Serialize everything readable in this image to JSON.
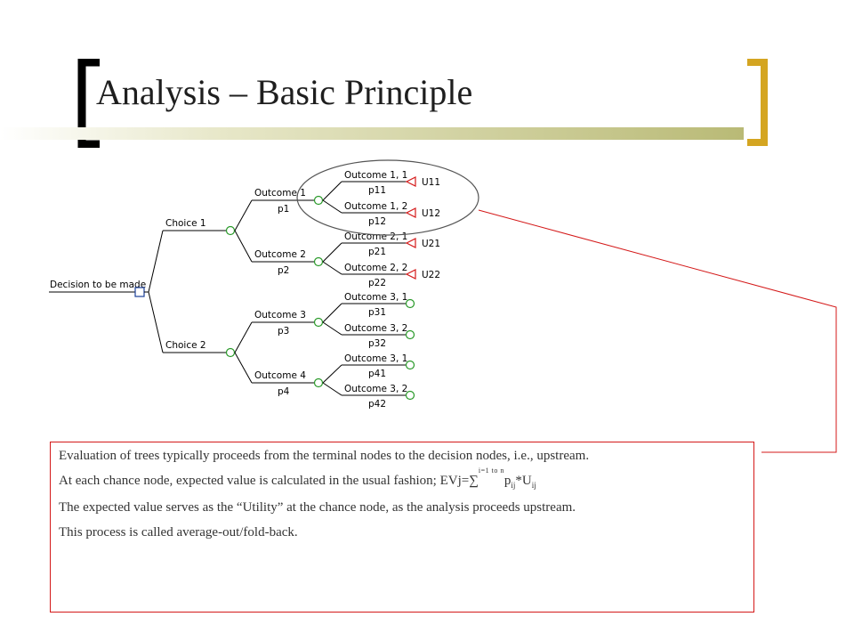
{
  "slide": {
    "title": "Analysis – Basic Principle",
    "accent_colors": {
      "left_bracket": "#000000",
      "right_bracket": "#d4a521",
      "band": "#b9ba76",
      "callout": "#d41919"
    }
  },
  "tree": {
    "root": "Decision to be made",
    "choices": [
      "Choice 1",
      "Choice 2"
    ],
    "outcomes": [
      "Outcome 1",
      "Outcome 2",
      "Outcome 3",
      "Outcome 4"
    ],
    "outcome_probs": [
      "p1",
      "p2",
      "p3",
      "p4"
    ],
    "sub_outcomes": [
      "Outcome 1, 1",
      "Outcome 1, 2",
      "Outcome 2, 1",
      "Outcome 2, 2",
      "Outcome 3, 1",
      "Outcome 3, 2",
      "Outcome 3, 1",
      "Outcome 3, 2"
    ],
    "sub_probs": [
      "p11",
      "p12",
      "p21",
      "p22",
      "p31",
      "p32",
      "p41",
      "p42"
    ],
    "utilities": [
      "U11",
      "U12",
      "U21",
      "U22"
    ]
  },
  "explanation": {
    "line1": "Evaluation of trees typically proceeds from the terminal nodes to the decision nodes, i.e., upstream.",
    "line2_prefix": "At each chance node, expected value is calculated in the usual fashion; EVj=",
    "sum_symbol": "∑",
    "sum_limit": "i=1 to n",
    "p_term": "p",
    "p_sub": "ij",
    "times_u": "*U",
    "u_sub": "ij",
    "line3": "The expected value serves as the “Utility” at the chance node, as the analysis proceeds upstream.",
    "line4": "This process is called average-out/fold-back."
  }
}
